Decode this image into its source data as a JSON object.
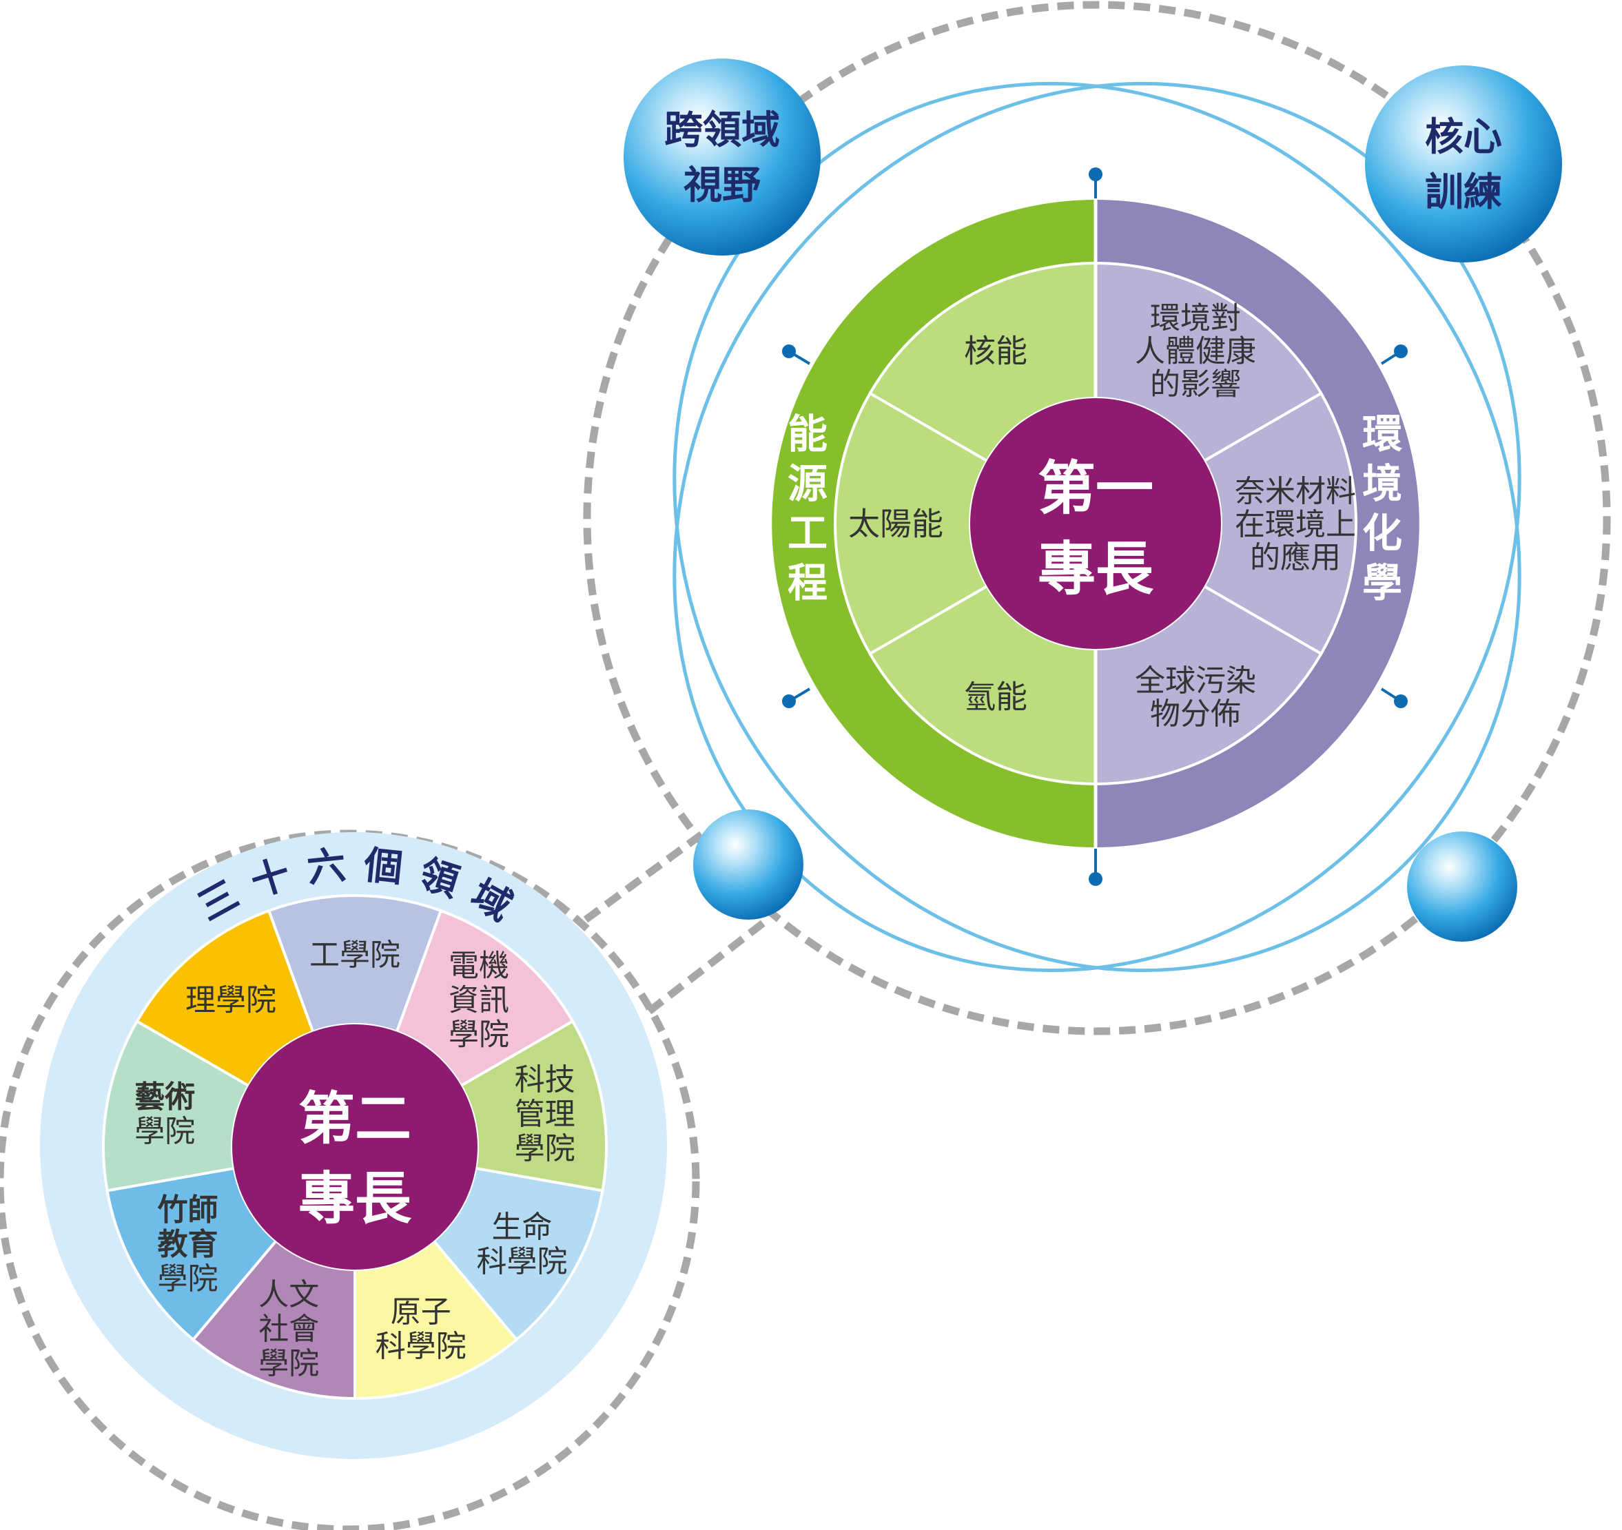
{
  "colors": {
    "green_dark": "#86bf2b",
    "green_light": "#bcdd7d",
    "purple_dark": "#8d86b8",
    "purple_light": "#b8b2d6",
    "magenta": "#8e1b70",
    "orbit_blue": "#6cc0e8",
    "dot_blue": "#0d6bb3",
    "dash_gray": "#a7a7a7",
    "pale_blue": "#d5ebf9",
    "title_navy": "#1f2a6b",
    "text_dark": "#333333"
  },
  "diagram1": {
    "center_line1": "第一",
    "center_line2": "專長",
    "left_band_label": [
      "能",
      "源",
      "工",
      "程"
    ],
    "right_band_label": [
      "環",
      "境",
      "化",
      "學"
    ],
    "left_sectors": [
      {
        "id": "nuclear",
        "lines": [
          "核能"
        ]
      },
      {
        "id": "solar",
        "lines": [
          "太陽能"
        ]
      },
      {
        "id": "hydrogen",
        "lines": [
          "氫能"
        ]
      }
    ],
    "right_sectors": [
      {
        "id": "env-health",
        "lines": [
          "環境對",
          "人體健康",
          "的影響"
        ]
      },
      {
        "id": "nano",
        "lines": [
          "奈米材料",
          "在環境上",
          "的應用"
        ]
      },
      {
        "id": "pollution",
        "lines": [
          "全球污染",
          "物分佈"
        ]
      }
    ],
    "spheres": [
      {
        "id": "cross-domain",
        "lines": [
          "跨領域",
          "視野"
        ]
      },
      {
        "id": "core-training",
        "lines": [
          "核心",
          "訓練"
        ]
      },
      {
        "id": "sphere-bottom-left",
        "lines": []
      },
      {
        "id": "sphere-bottom-right",
        "lines": []
      }
    ]
  },
  "diagram2": {
    "title": "三十六個領域",
    "center_line1": "第二",
    "center_line2": "專長",
    "sectors": [
      {
        "id": "engineering",
        "lines": [
          "工學院"
        ],
        "color": "#b8c3e3"
      },
      {
        "id": "eecs",
        "lines": [
          "電機",
          "資訊",
          "學院"
        ],
        "color": "#f4c2d7"
      },
      {
        "id": "tech-mgmt",
        "lines": [
          "科技",
          "管理",
          "學院"
        ],
        "color": "#bfdc84"
      },
      {
        "id": "life-sci",
        "lines": [
          "生命",
          "科學院"
        ],
        "color": "#b3dcf4"
      },
      {
        "id": "nuclear-sci",
        "lines": [
          "原子",
          "科學院"
        ],
        "color": "#fbf8a4"
      },
      {
        "id": "humanities",
        "lines": [
          "人文",
          "社會",
          "學院"
        ],
        "color": "#b187b8"
      },
      {
        "id": "education",
        "lines": [
          "竹師",
          "教育",
          "學院"
        ],
        "color": "#6fbce9"
      },
      {
        "id": "arts",
        "lines": [
          "藝術",
          "學院"
        ],
        "color": "#b5dfc6"
      },
      {
        "id": "science",
        "lines": [
          "理學院"
        ],
        "color": "#f9c100"
      }
    ]
  }
}
